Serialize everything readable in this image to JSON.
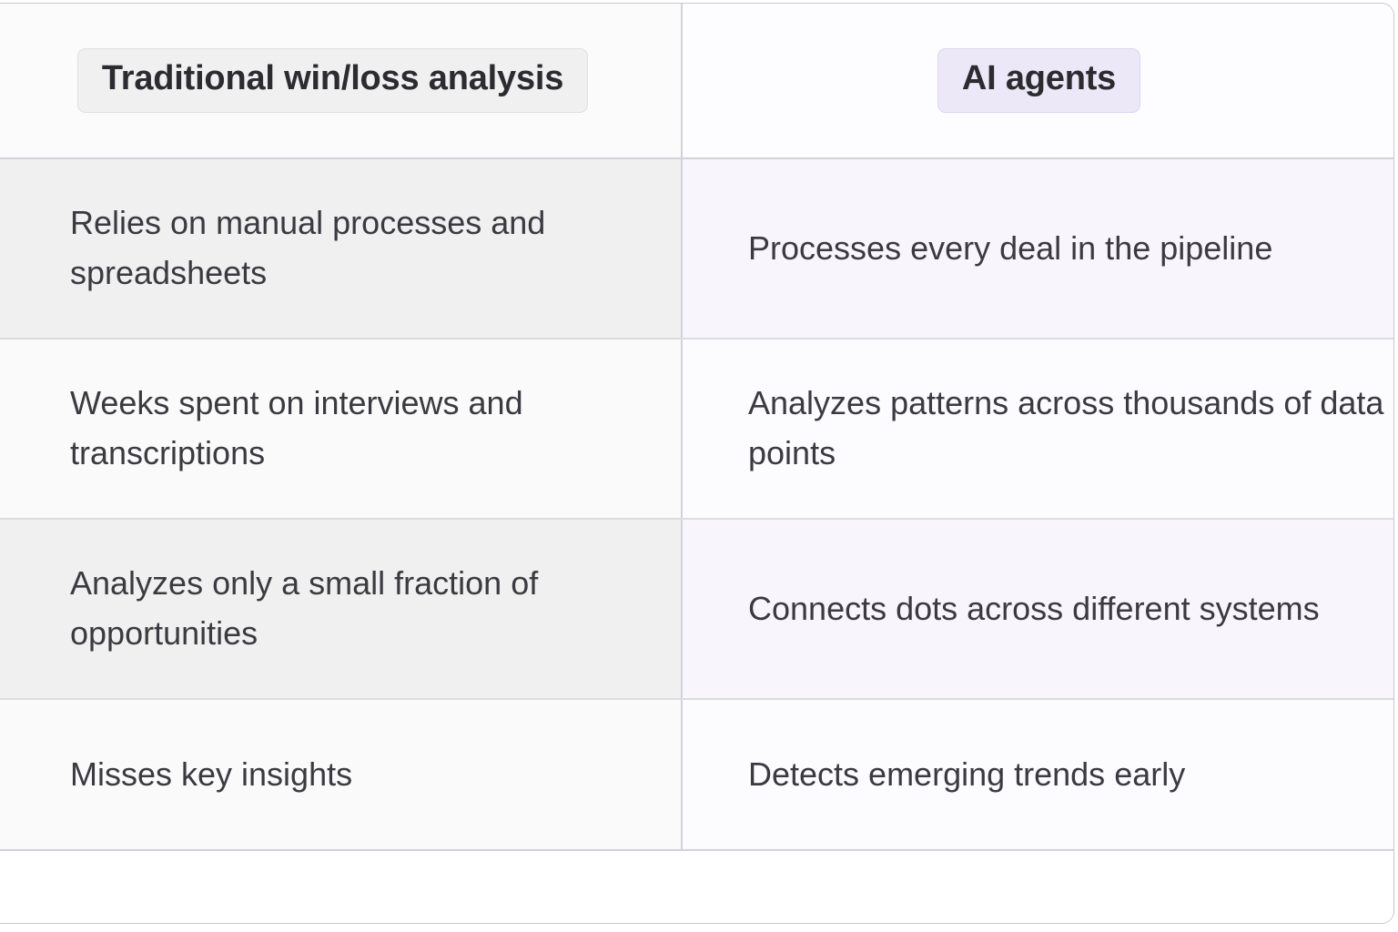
{
  "table": {
    "columns": [
      {
        "id": "traditional",
        "label": "Traditional win/loss analysis",
        "pill_bg": "#f0f0f0",
        "pill_border": "#e0e0e2"
      },
      {
        "id": "ai_agents",
        "label": "AI agents",
        "pill_bg": "#ece8f8",
        "pill_border": "#ddd6f2"
      }
    ],
    "rows": [
      {
        "traditional": "Relies on manual processes and spreadsheets",
        "ai_agents": "Processes every deal in the pipeline"
      },
      {
        "traditional": "Weeks spent on interviews and transcriptions",
        "ai_agents": "Analyzes patterns across thousands of data points"
      },
      {
        "traditional": "Analyzes only a small fraction of opportunities",
        "ai_agents": "Connects dots across different systems"
      },
      {
        "traditional": "Misses key insights",
        "ai_agents": "Detects emerging trends early"
      }
    ]
  },
  "colors": {
    "text": "#3a3a40",
    "heading_text": "#2b2b30",
    "border": "#d2d2d8",
    "row_border": "#dcdce1",
    "stripe_left": "#f0f0f0",
    "stripe_right": "#f8f6fc",
    "plain_left": "#fafafa",
    "plain_right": "#fcfbfe",
    "accent": "#ece8f8"
  }
}
